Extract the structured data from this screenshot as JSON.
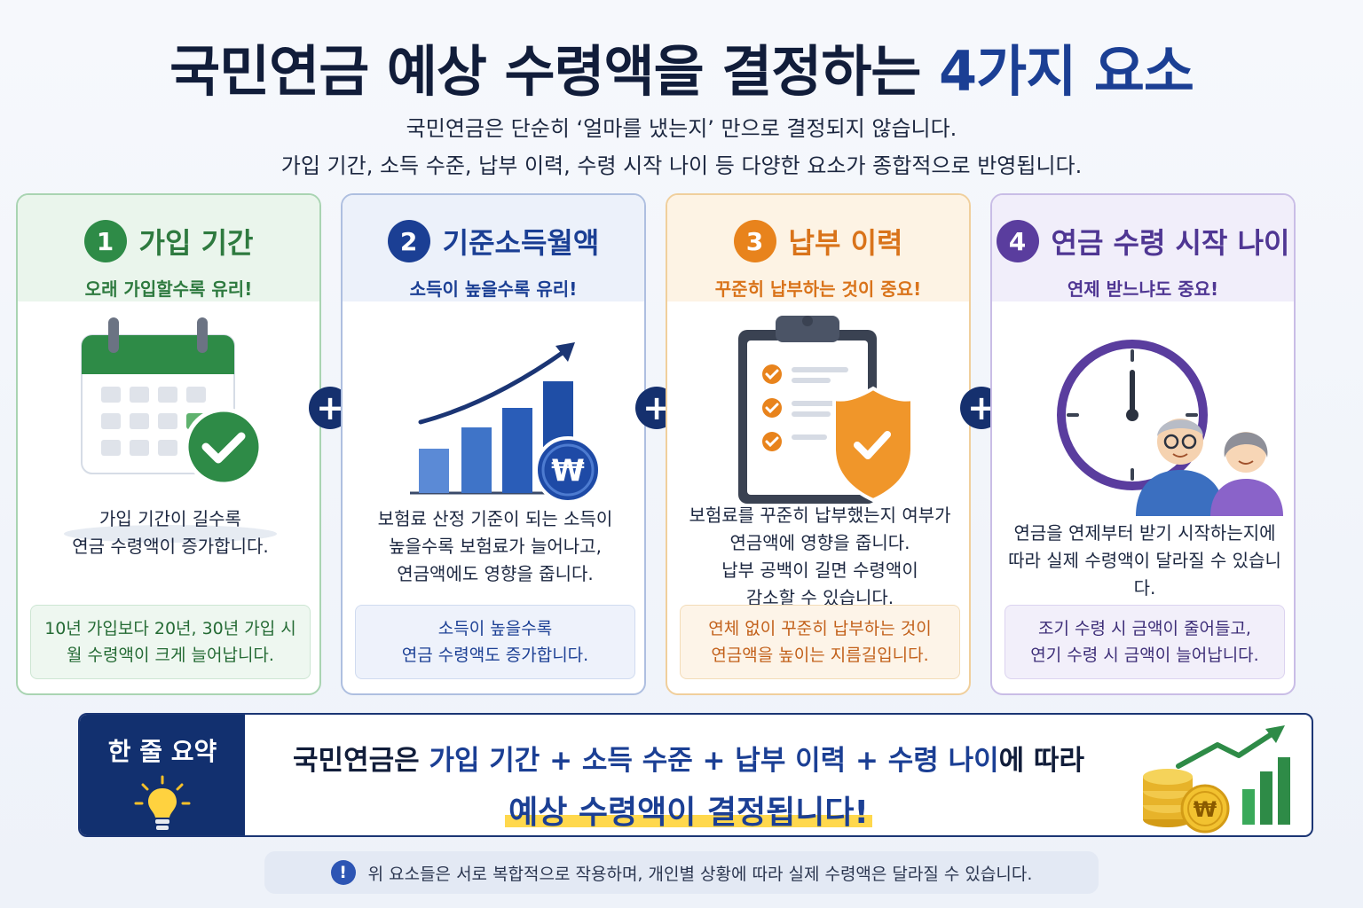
{
  "header": {
    "title_main": "국민연금 예상 수령액을 결정하는",
    "title_accent": "4가지 요소",
    "subtitle_line1": "국민연금은 단순히 ‘얼마를 냈는지’ 만으로 결정되지 않습니다.",
    "subtitle_line2": "가입 기간, 소득 수준, 납부 이력, 수령 시작 나이 등 다양한 요소가 종합적으로 반영됩니다."
  },
  "cards": [
    {
      "number": "1",
      "title": "가입 기간",
      "tagline": "오래 가입할수록 유리!",
      "desc_line1": "가입 기간이 길수록",
      "desc_line2": "연금 수령액이 증가합니다.",
      "note_line1": "10년 가입보다 20년, 30년 가입 시",
      "note_line2": "월 수령액이 크게 늘어납니다.",
      "icon": "calendar-check-icon",
      "accent": "#2e8b47",
      "head_bg": "#eaf5ec",
      "note_bg": "#eef7f0"
    },
    {
      "number": "2",
      "title": "기준소득월액",
      "tagline": "소득이 높을수록 유리!",
      "desc_line1": "보험료 산정 기준이 되는 소득이",
      "desc_line2": "높을수록 보험료가 늘어나고,",
      "desc_line3": "연금액에도 영향을 줍니다.",
      "note_line1": "소득이 높을수록",
      "note_line2": "연금 수령액도 증가합니다.",
      "icon": "bar-chart-won-icon",
      "accent": "#1b3f94",
      "head_bg": "#ecf1fa",
      "note_bg": "#eef2fb"
    },
    {
      "number": "3",
      "title": "납부 이력",
      "tagline": "꾸준히 납부하는 것이 중요!",
      "desc_line1": "보험료를 꾸준히 납부했는지 여부가",
      "desc_line2": "연금액에 영향을 줍니다.",
      "desc_line3": "납부 공백이 길면 수령액이",
      "desc_line4": "감소할 수 있습니다.",
      "note_line1": "연체 없이 꾸준히 납부하는 것이",
      "note_line2": "연금액을 높이는 지름길입니다.",
      "icon": "clipboard-shield-icon",
      "accent": "#e8831c",
      "head_bg": "#fdf3e4",
      "note_bg": "#fdf4e8"
    },
    {
      "number": "4",
      "title": "연금 수령 시작 나이",
      "tagline": "연제 받느냐도 중요!",
      "desc_line1": "연금을 연제부터 받기 시작하는지에",
      "desc_line2": "따라 실제 수령액이 달라질 수 있습니다.",
      "note_line1": "조기 수령 시 금액이 줄어들고,",
      "note_line2": "연기 수령 시 금액이 늘어납니다.",
      "icon": "clock-seniors-icon",
      "accent": "#5a3d9e",
      "head_bg": "#f1eefa",
      "note_bg": "#f2effa"
    }
  ],
  "plus_symbol": "+",
  "summary": {
    "label": "한 줄 요약",
    "line1_pre": "국민연금은 ",
    "line1_factors": "가입 기간 + 소득 수준 + 납부 이력 + 수령 나이",
    "line1_post": "에 따라",
    "line2": "예상 수령액이 결정됩니다!",
    "won_symbol": "₩"
  },
  "footer": {
    "icon_text": "!",
    "text": "위 요소들은 서로 복합적으로 작용하며, 개인별 상황에 따라 실제 수령액은 달라질 수 있습니다."
  },
  "won_symbol": "₩"
}
